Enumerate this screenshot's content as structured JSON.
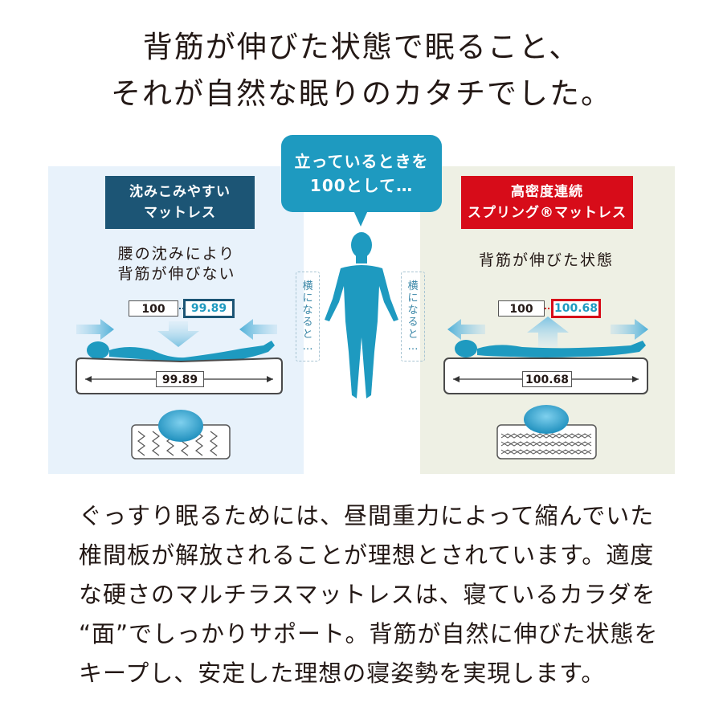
{
  "headline": {
    "line1": "背筋が伸びた状態で眠ること、",
    "line2": "それが自然な眠りのカタチでした。"
  },
  "center": {
    "bubble_line1": "立っているときを",
    "bubble_line2": "100として…",
    "side_left": [
      "横",
      "に",
      "な",
      "る",
      "と",
      "…"
    ],
    "side_right": [
      "横",
      "に",
      "な",
      "る",
      "と",
      "…"
    ]
  },
  "left_panel": {
    "label_line1": "沈みこみやすい",
    "label_line2": "マットレス",
    "caption_line1": "腰の沈みにより",
    "caption_line2": "背筋が伸びない",
    "standing_value": "100",
    "lying_value": "99.89",
    "length_value": "99.89"
  },
  "right_panel": {
    "label_line1": "高密度連続",
    "label_line2": "スプリング®マットレス",
    "caption": "背筋が伸びた状態",
    "standing_value": "100",
    "lying_value": "100.68",
    "length_value": "100.68"
  },
  "body": {
    "line1": "ぐっすり眠るためには、昼間重力によって縮んでいた",
    "line2": "椎間板が解放されることが理想とされています。適度",
    "line3": "な硬さのマルチラスマットレスは、寝ているカラダを",
    "line4": "“面”でしっかりサポート。背筋が自然に伸びた状態を",
    "line5": "キープし、安定した理想の寝姿勢を実現します。"
  },
  "colors": {
    "navy": "#1c5575",
    "red": "#d70c19",
    "accent_blue": "#1e9ac0",
    "left_bg": "#e8f2fb",
    "right_bg": "#eef0e4"
  }
}
